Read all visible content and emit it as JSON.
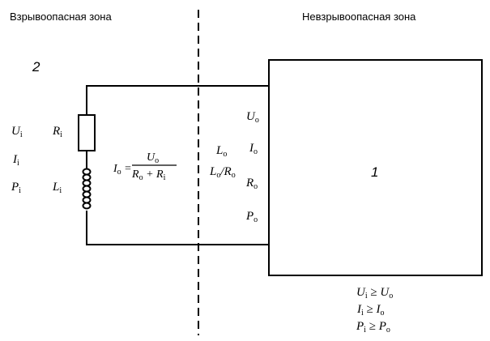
{
  "zones": {
    "hazardous": "Взрывоопасная зона",
    "safe": "Невзрывоопасная зона"
  },
  "labels": {
    "field_device_number": "2",
    "associated_apparatus_number": "1",
    "resistor_symbol": "R",
    "resistor_sub": "i",
    "inductor_symbol": "L",
    "inductor_sub": "i"
  },
  "left_params": [
    {
      "sym": "U",
      "sub": "i"
    },
    {
      "sym": "I",
      "sub": "i"
    },
    {
      "sym": "P",
      "sub": "i"
    }
  ],
  "formula": {
    "lhs_sym": "I",
    "lhs_sub": "o",
    "eq": "=",
    "num_sym": "U",
    "num_sub": "o",
    "den_a_sym": "R",
    "den_a_sub": "o",
    "plus": "+",
    "den_b_sym": "R",
    "den_b_sub": "i"
  },
  "cable_params": {
    "l_sym": "L",
    "l_sub": "o",
    "ratio_l": "L",
    "ratio_l_sub": "o",
    "slash": "/",
    "ratio_r": "R",
    "ratio_r_sub": "o"
  },
  "right_params": [
    {
      "sym": "U",
      "sub": "o"
    },
    {
      "sym": "I",
      "sub": "o"
    },
    {
      "sym": "R",
      "sub": "o"
    },
    {
      "sym": "P",
      "sub": "o"
    }
  ],
  "conditions": [
    {
      "a_sym": "U",
      "a_sub": "i",
      "op": "≥",
      "b_sym": "U",
      "b_sub": "o"
    },
    {
      "a_sym": "I",
      "a_sub": "i",
      "op": "≥",
      "b_sym": "I",
      "b_sub": "o"
    },
    {
      "a_sym": "P",
      "a_sub": "i",
      "op": "≥",
      "b_sym": "P",
      "b_sub": "o"
    }
  ]
}
